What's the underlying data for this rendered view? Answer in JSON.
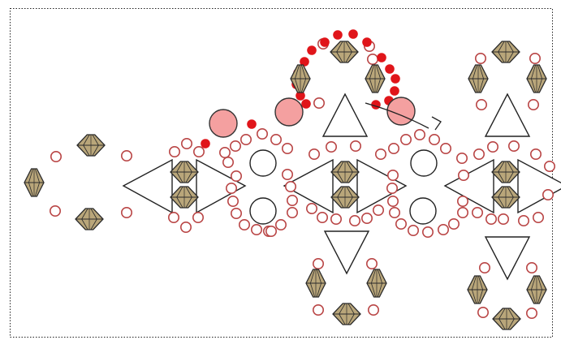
{
  "diagram": {
    "kind": "bead-weaving-pattern",
    "colors": {
      "background": "#ffffff",
      "frame": "#222222",
      "seed_bead_outline": "#b94545",
      "highlight_bead_fill": "#e0151a",
      "large_pearl_fill": "#f4a0a0",
      "large_pearl_stroke": "#333333",
      "bicone_fill": "#b9a67a",
      "bicone_stroke": "#2b2b2b",
      "outline_shape_stroke": "#222222",
      "thread_arrow": "#222222"
    },
    "bead_types": [
      "seed-bead",
      "highlighted-seed-bead",
      "pearl",
      "crystal-bicone",
      "triangle-bead",
      "round-white-bead"
    ],
    "text_labels": []
  }
}
